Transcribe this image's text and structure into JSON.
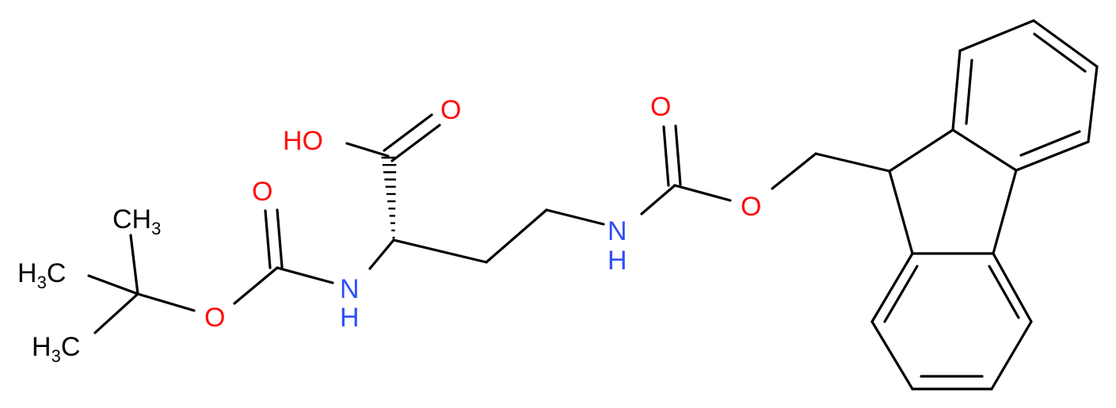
{
  "structure": {
    "atoms": {
      "oh": "HO",
      "acid_o": "O",
      "boc_carbonyl_o": "O",
      "boc_ester_o": "O",
      "boc_nh": {
        "main": "N",
        "h": "H"
      },
      "side_nh": {
        "main": "N",
        "h": "H"
      },
      "fmoc_carbonyl_o": "O",
      "fmoc_ester_o": "O",
      "methyl_top": {
        "main": "CH",
        "sub": "3"
      },
      "methyl_mid": {
        "main": "H",
        "sub": "3",
        "tail": "C"
      },
      "methyl_bot": {
        "main": "H",
        "sub": "3",
        "tail": "C"
      }
    },
    "colors": {
      "bond": "#000000",
      "oxygen": "#ff0d0d",
      "nitrogen": "#3050f8",
      "carbon": "#000000",
      "background": "#ffffff"
    }
  }
}
